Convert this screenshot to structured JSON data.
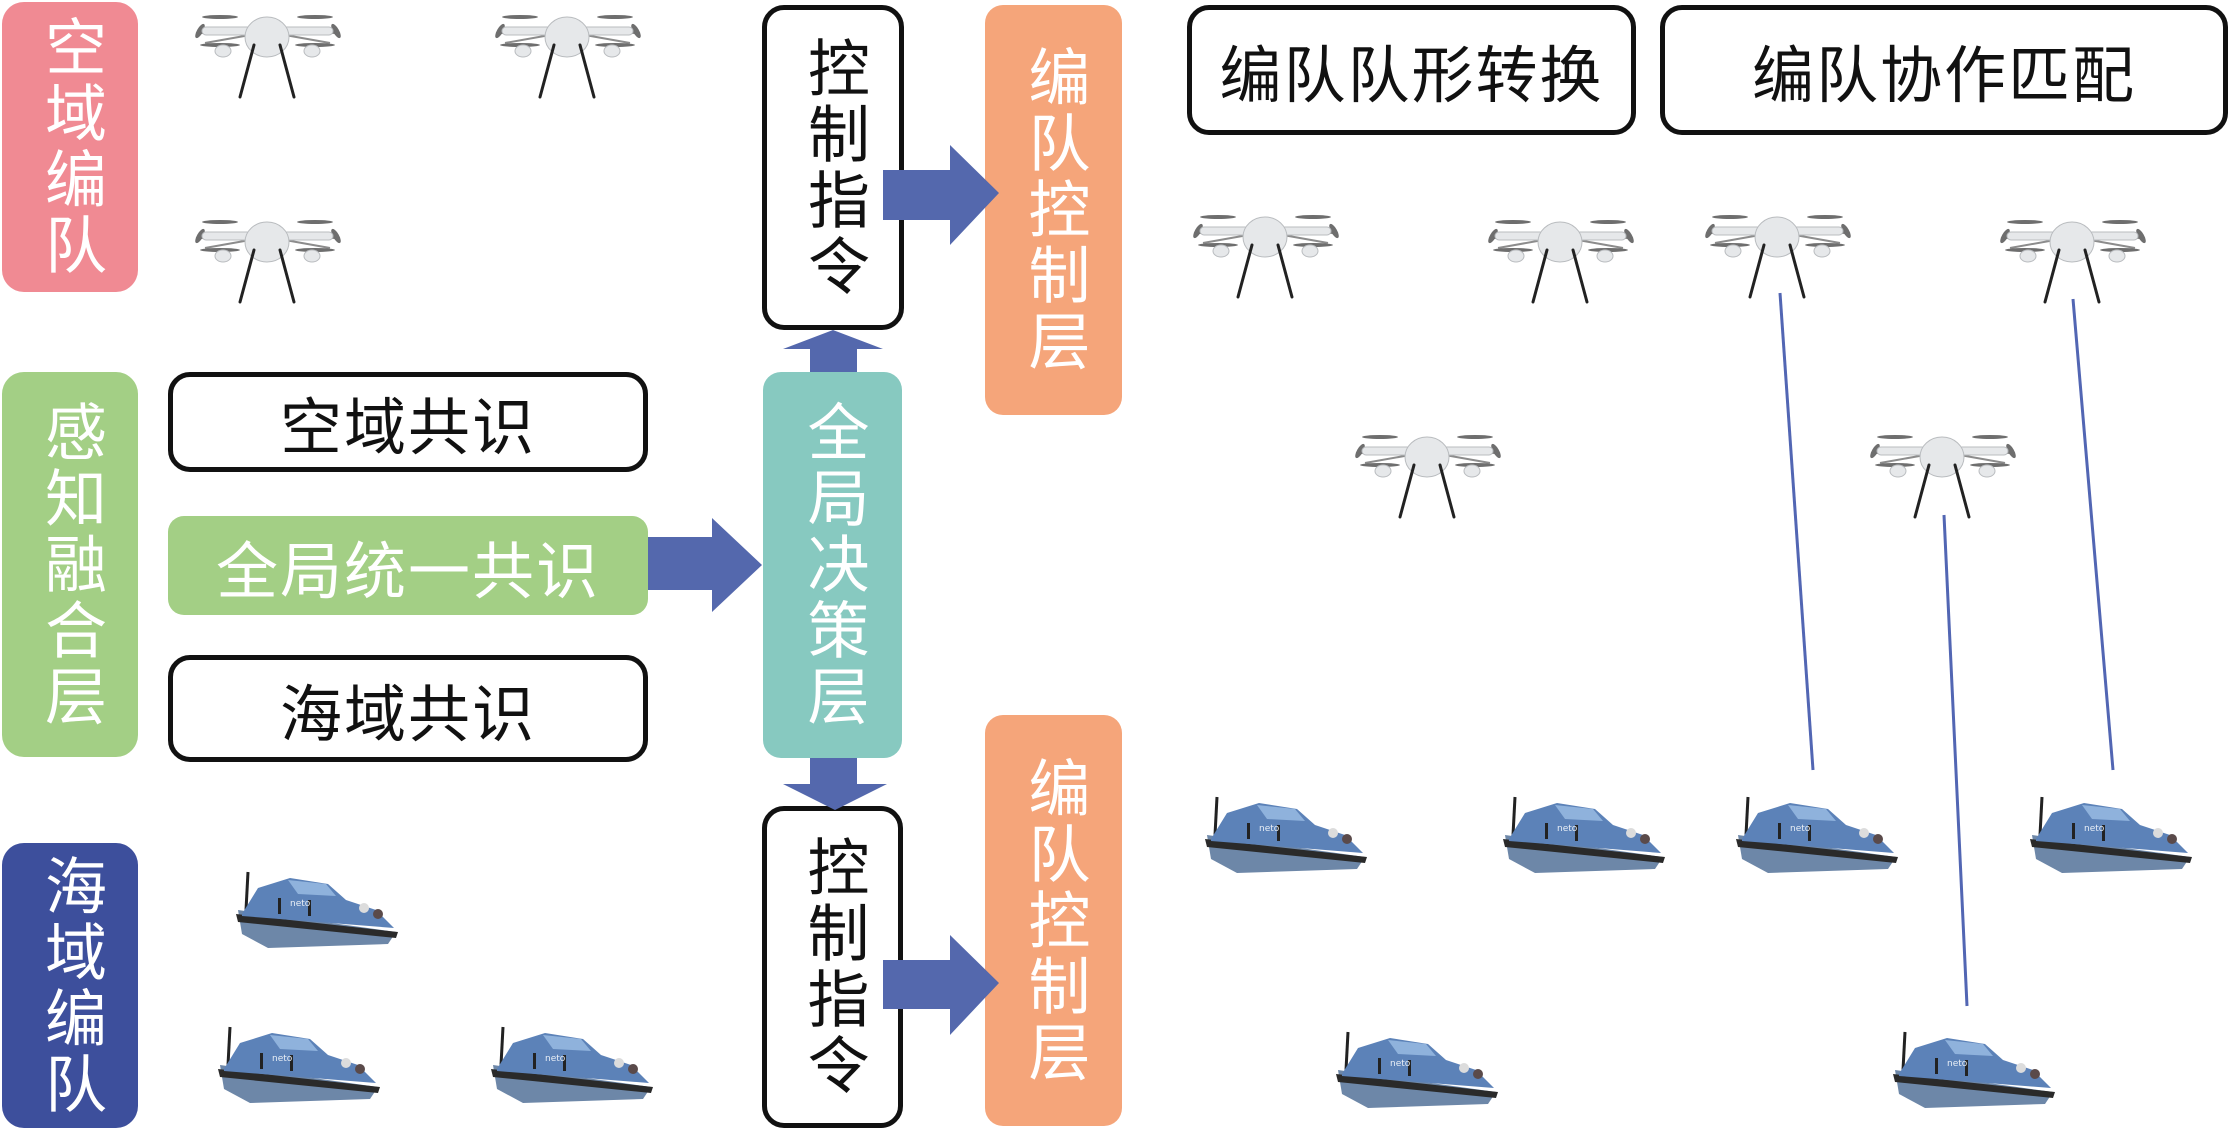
{
  "colors": {
    "air_formation": "#f08a93",
    "perception_layer": "#a3cf85",
    "sea_formation": "#3d4f9c",
    "decision_layer": "#87c9c0",
    "control_layer": "#f5a57a",
    "arrow": "#5468ad",
    "link_line": "#5266b3",
    "outline": "#111111"
  },
  "left_labels": {
    "air_formation": "空域编队",
    "perception_fusion_layer": "感知融合层",
    "sea_formation": "海域编队"
  },
  "consensus": {
    "air": "空域共识",
    "global": "全局统一共识",
    "sea": "海域共识"
  },
  "decision_layer": "全局决策层",
  "control_command_upper": "控制指令",
  "control_command_lower": "控制指令",
  "formation_control_upper": "编队控制层",
  "formation_control_lower": "编队控制层",
  "headers": {
    "formation_transform": "编队队形转换",
    "formation_cooperation": "编队协作匹配"
  },
  "units": {
    "left_drones": 3,
    "left_boats": 3,
    "right_drones": 6,
    "right_boats": 6,
    "cooperation_links": 3
  }
}
